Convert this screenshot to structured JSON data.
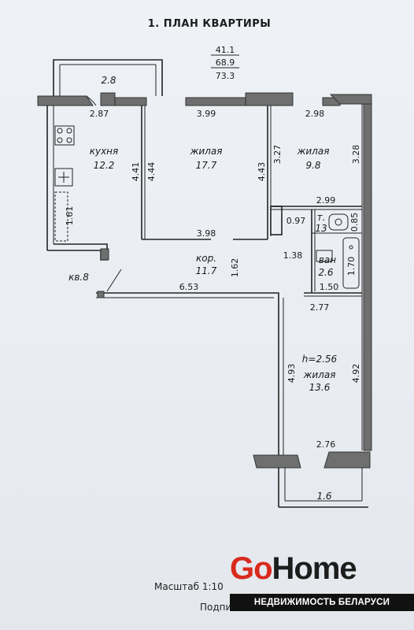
{
  "title": "1. ПЛАН КВАРТИРЫ",
  "areas": {
    "living": "41.1",
    "total": "68.9",
    "total_with_balcony": "73.3"
  },
  "rooms": {
    "kitchen": {
      "name": "кухня",
      "area": "12.2"
    },
    "living1": {
      "name": "жилая",
      "area": "17.7"
    },
    "living2": {
      "name": "жилая",
      "area": "9.8"
    },
    "corridor": {
      "name": "кор.",
      "area": "11.7"
    },
    "toilet": {
      "name": "т.",
      "area": "13"
    },
    "bath": {
      "name": "ван",
      "area": "2.6"
    },
    "living3": {
      "name": "жилая",
      "area": "13.6",
      "height": "h=2.56"
    },
    "balcony_top": {
      "area": "2.8"
    },
    "balcony_bottom": {
      "area": "1.6"
    }
  },
  "dims": {
    "kitchen_top": "2.87",
    "kitchen_left": "1.61",
    "kitchen_right": "4.41",
    "living1_top": "3.99",
    "living1_left": "4.44",
    "living1_right": "4.43",
    "living1_bottom": "3.98",
    "living2_top": "2.98",
    "living2_left": "3.27",
    "living2_right": "3.28",
    "living2_bottom": "2.99",
    "toilet_left": "0.97",
    "toilet_right": "0.85",
    "corridor_right": "1.62",
    "bath_left": "1.38",
    "bath_right": "1.70",
    "bath_bottom": "1.50",
    "corridor_bottom": "6.53",
    "living3_top": "2.77",
    "living3_left": "4.93",
    "living3_right": "4.92",
    "living3_bottom": "2.76"
  },
  "entrance": "кв.8",
  "footer": {
    "scale": "Масштаб 1:10",
    "signature": "Подпись исполнителя"
  },
  "logo": {
    "go": "Go",
    "home": "Home",
    "tagline": "НЕДВИЖИМОСТЬ БЕЛАРУСИ"
  },
  "colors": {
    "brand_red": "#d92a1c",
    "wall_gray": "#6f6f6f"
  }
}
